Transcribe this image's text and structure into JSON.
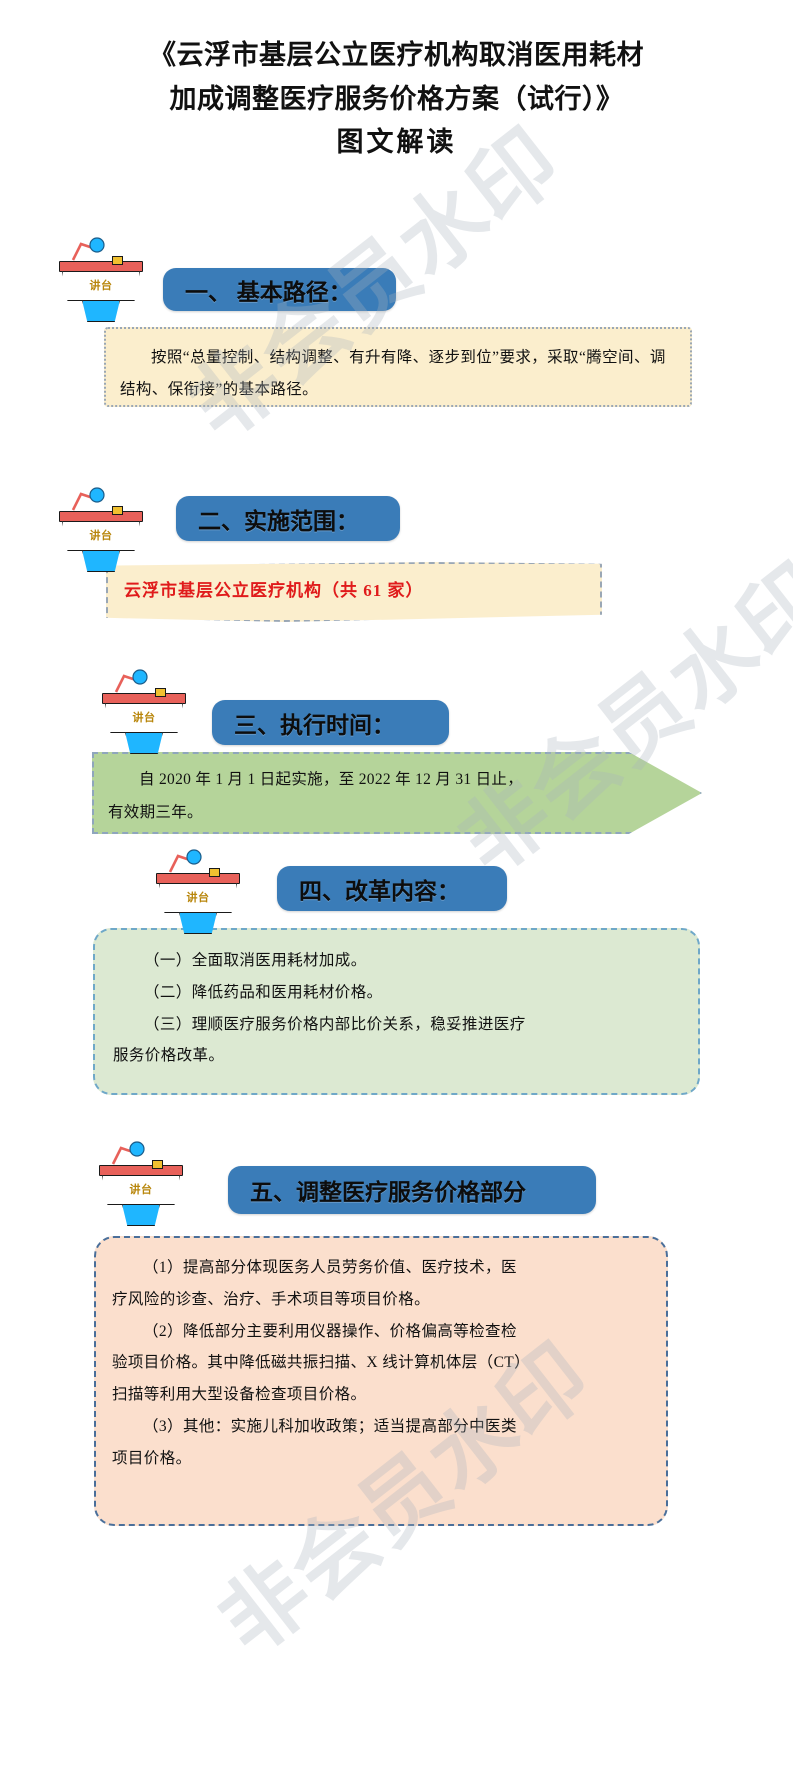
{
  "document": {
    "title_lines": [
      "《云浮市基层公立医疗机构取消医用耗材",
      "加成调整医疗服务价格方案（试行）》",
      "图文解读"
    ],
    "podium_label": "讲台",
    "watermarks": [
      "非会员水印",
      "非会员水印",
      "非会员水印"
    ]
  },
  "colors": {
    "heading_pill": "#3a7cb8",
    "box_cream": "#fbeecd",
    "box_green_arrow": "#b5d49a",
    "box_light_green": "#dce9d2",
    "box_peach": "#fbdfcd",
    "red_text": "#e01b1b",
    "podium_desk": "#e8615a",
    "podium_stem": "#1fb6ff",
    "podium_label": "#b8860b"
  },
  "sections": [
    {
      "id": "section-1",
      "heading": "一、 基本路径：",
      "box_style": "cream-dotted",
      "paragraphs": [
        "按照“总量控制、结构调整、有升有降、逐步到位”要求，采取“腾空间、调结构、保衔接”的基本路径。"
      ]
    },
    {
      "id": "section-2",
      "heading": "二、实施范围：",
      "box_style": "cream-dashed-skew",
      "paragraphs": [
        "云浮市基层公立医疗机构（共 61 家）"
      ]
    },
    {
      "id": "section-3",
      "heading": "三、执行时间：",
      "box_style": "green-arrow",
      "paragraphs": [
        "自 2020 年 1 月 1 日起实施，至 2022 年 12 月 31 日止，",
        "有效期三年。"
      ]
    },
    {
      "id": "section-4",
      "heading": "四、改革内容：",
      "box_style": "light-green-dashed",
      "paragraphs": [
        "（一）全面取消医用耗材加成。",
        "（二）降低药品和医用耗材价格。",
        "（三）理顺医疗服务价格内部比价关系，稳妥推进医疗",
        "服务价格改革。"
      ]
    },
    {
      "id": "section-5",
      "heading": "五、调整医疗服务价格部分",
      "box_style": "peach-dashed",
      "paragraphs": [
        "（1）提高部分体现医务人员劳务价值、医疗技术，医",
        "疗风险的诊查、治疗、手术项目等项目价格。",
        "（2）降低部分主要利用仪器操作、价格偏高等检查检",
        "验项目价格。其中降低磁共振扫描、X 线计算机体层（CT）",
        "扫描等利用大型设备检查项目价格。",
        "（3）其他：实施儿科加收政策；适当提高部分中医类",
        "项目价格。"
      ]
    }
  ]
}
